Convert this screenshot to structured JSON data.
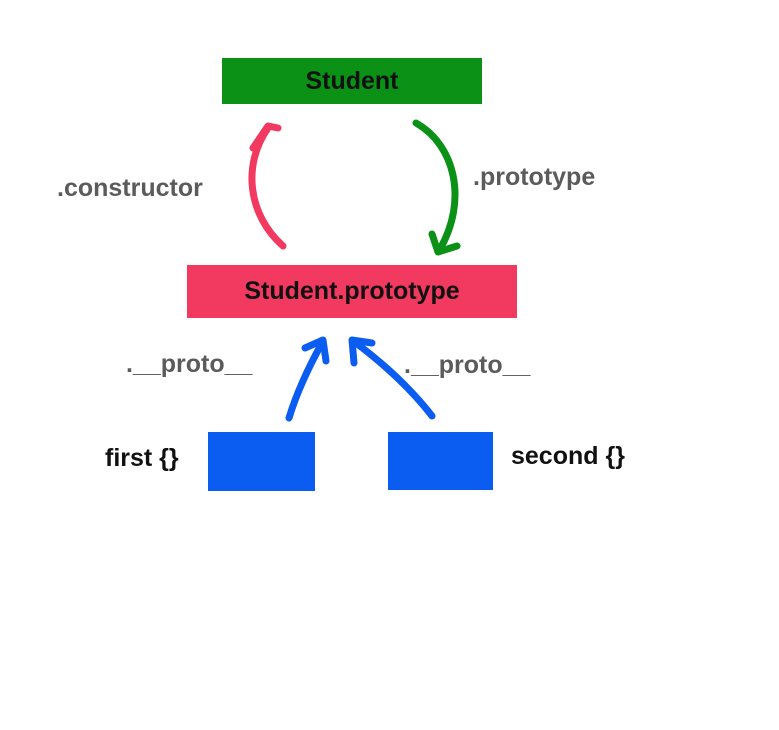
{
  "nodes": {
    "student": {
      "label": "Student",
      "color": "#0a9116"
    },
    "student_prototype": {
      "label": "Student.prototype",
      "color": "#f2395f"
    },
    "first": {
      "label": "first {}",
      "color": "#0b5cf0"
    },
    "second": {
      "label": "second {}",
      "color": "#0b5cf0"
    }
  },
  "edges": {
    "constructor": {
      "label": ".constructor",
      "color": "#f2395f"
    },
    "prototype": {
      "label": ".prototype",
      "color": "#0a9116"
    },
    "proto_first": {
      "label": ".__proto__",
      "color": "#0b5cf0"
    },
    "proto_second": {
      "label": ".__proto__",
      "color": "#0b5cf0"
    }
  }
}
